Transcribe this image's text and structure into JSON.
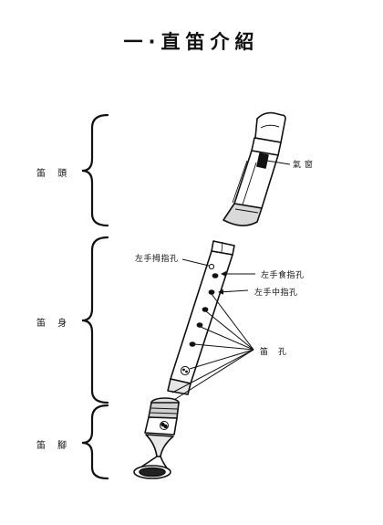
{
  "title": "一·直笛介紹",
  "parts": {
    "head": "笛 頭",
    "body": "笛 身",
    "foot": "笛 腳"
  },
  "callouts": {
    "air_window": "氣 窗",
    "left_thumb_hole": "左手拇指孔",
    "left_index_hole": "左手食指孔",
    "left_middle_hole": "左手中指孔",
    "finger_holes": "笛 孔"
  }
}
